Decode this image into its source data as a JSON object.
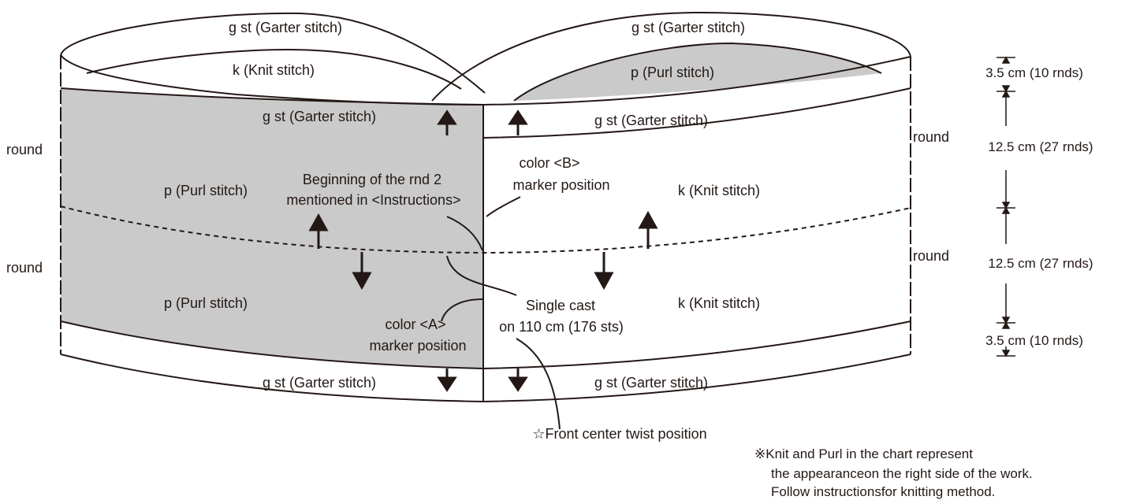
{
  "labels": {
    "garter_top_left": "g st (Garter stitch)",
    "garter_top_right": "g st (Garter stitch)",
    "knit_top_left": "k (Knit stitch)",
    "purl_top_right": "p (Purl stitch)",
    "garter_band_left": "g st (Garter stitch)",
    "garter_band_right": "g st (Garter stitch)",
    "purl_upper_left": "p (Purl stitch)",
    "knit_upper_right": "k (Knit stitch)",
    "purl_lower_left": "p (Purl stitch)",
    "knit_lower_right": "k (Knit stitch)",
    "garter_bottom_left": "g st (Garter stitch)",
    "garter_bottom_right": "g st (Garter stitch)",
    "round_upper_left": "round",
    "round_lower_left": "round",
    "round_upper_right": "round",
    "round_lower_right": "round",
    "rnd2_line1": "Beginning of the rnd 2",
    "rnd2_line2": "mentioned in <Instructions>",
    "colorB_line1": "color <B>",
    "colorB_line2": "marker position",
    "colorA_line1": "color <A>",
    "colorA_line2": "marker position",
    "cast_line1": "Single cast",
    "cast_line2": "on 110 cm (176 sts)",
    "front_center": "☆Front center twist position"
  },
  "dimensions": [
    "3.5 cm (10 rnds)",
    "12.5 cm (27 rnds)",
    "12.5 cm (27 rnds)",
    "3.5 cm (10 rnds)"
  ],
  "note": {
    "line1": "※Knit and Purl in the chart represent",
    "line2": "the appearanceon the right side of the work.",
    "line3": "Follow instructionsfor knitting method."
  },
  "colors": {
    "line": "#231815",
    "shade": "#c9cac9",
    "paper": "#ffffff"
  }
}
